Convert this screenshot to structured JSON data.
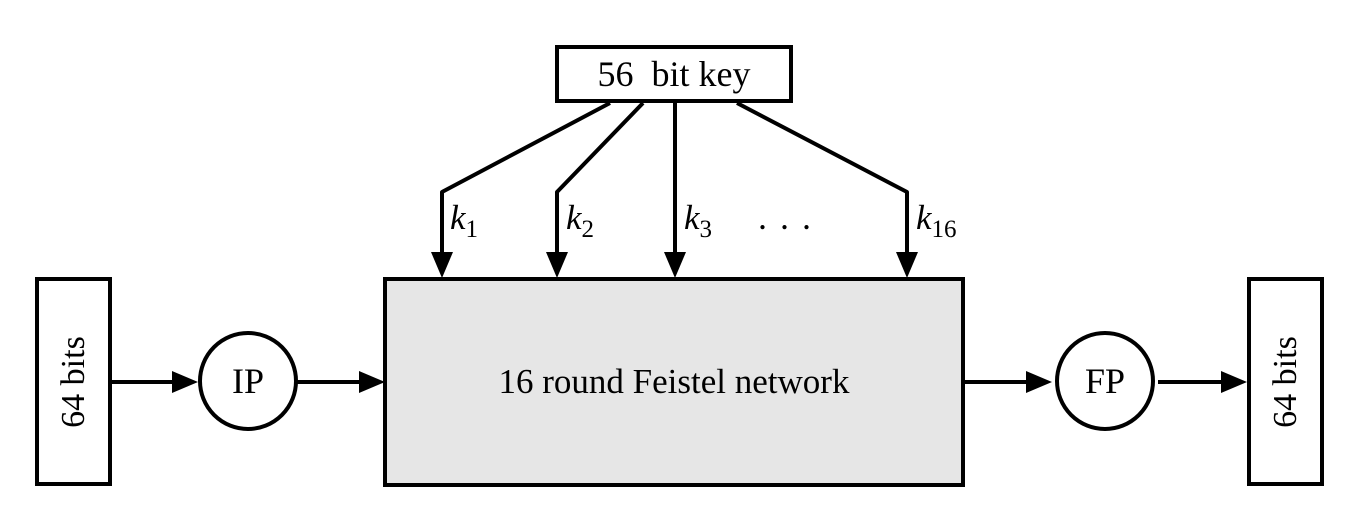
{
  "key_box": {
    "label": "56  bit key"
  },
  "subkeys": {
    "items": [
      {
        "base": "k",
        "sub": "1"
      },
      {
        "base": "k",
        "sub": "2"
      },
      {
        "base": "k",
        "sub": "3"
      },
      {
        "base": "k",
        "sub": "16"
      }
    ],
    "ellipsis": "..."
  },
  "input_box": {
    "label": "64 bits"
  },
  "ip_node": {
    "label": "IP"
  },
  "feistel_box": {
    "label": "16 round Feistel network"
  },
  "fp_node": {
    "label": "FP"
  },
  "output_box": {
    "label": "64 bits"
  },
  "colors": {
    "line": "#000000",
    "feistel_fill": "#e6e6e6",
    "background": "#ffffff"
  }
}
